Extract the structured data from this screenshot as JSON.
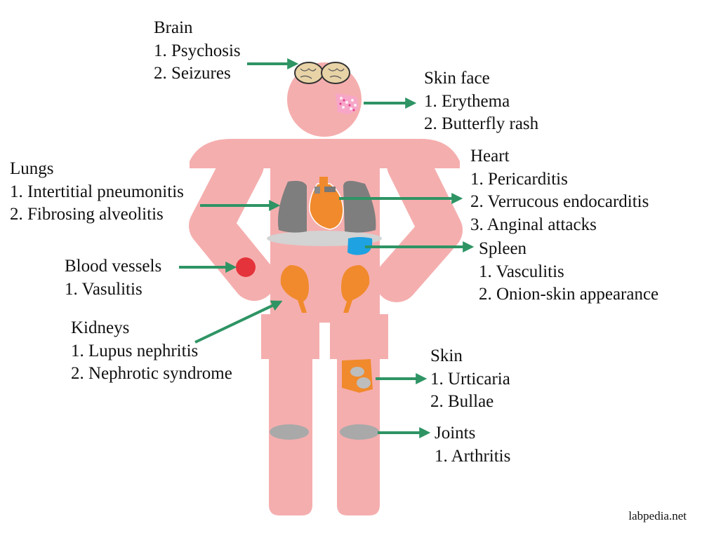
{
  "colors": {
    "body": "#f5aeae",
    "arrow": "#2e9464",
    "lung": "#7e7e7e",
    "organ": "#f08a2c",
    "spleen": "#1ea2e2",
    "vessel": "#e4333a",
    "joint": "#a9a9a9"
  },
  "labels": {
    "brain": {
      "title": "Brain",
      "items": [
        "1. Psychosis",
        "2. Seizures"
      ]
    },
    "skin_face": {
      "title": "Skin face",
      "items": [
        "1. Erythema",
        "2. Butterfly rash"
      ]
    },
    "lungs": {
      "title": "Lungs",
      "items": [
        "1. Intertitial pneumonitis",
        "2. Fibrosing alveolitis"
      ]
    },
    "heart": {
      "title": "Heart",
      "items": [
        "1. Pericarditis",
        "2. Verrucous endocarditis",
        "3. Anginal attacks"
      ]
    },
    "spleen": {
      "title": "Spleen",
      "items": [
        "1. Vasculitis",
        "2. Onion-skin appearance"
      ]
    },
    "blood_vessels": {
      "title": "Blood vessels",
      "items": [
        "1. Vasulitis"
      ]
    },
    "kidneys": {
      "title": "Kidneys",
      "items": [
        "1. Lupus nephritis",
        "2. Nephrotic syndrome"
      ]
    },
    "skin": {
      "title": "Skin",
      "items": [
        "1. Urticaria",
        "2. Bullae"
      ]
    },
    "joints": {
      "title": "Joints",
      "items": [
        "1. Arthritis"
      ]
    }
  },
  "credit": "labpedia.net"
}
